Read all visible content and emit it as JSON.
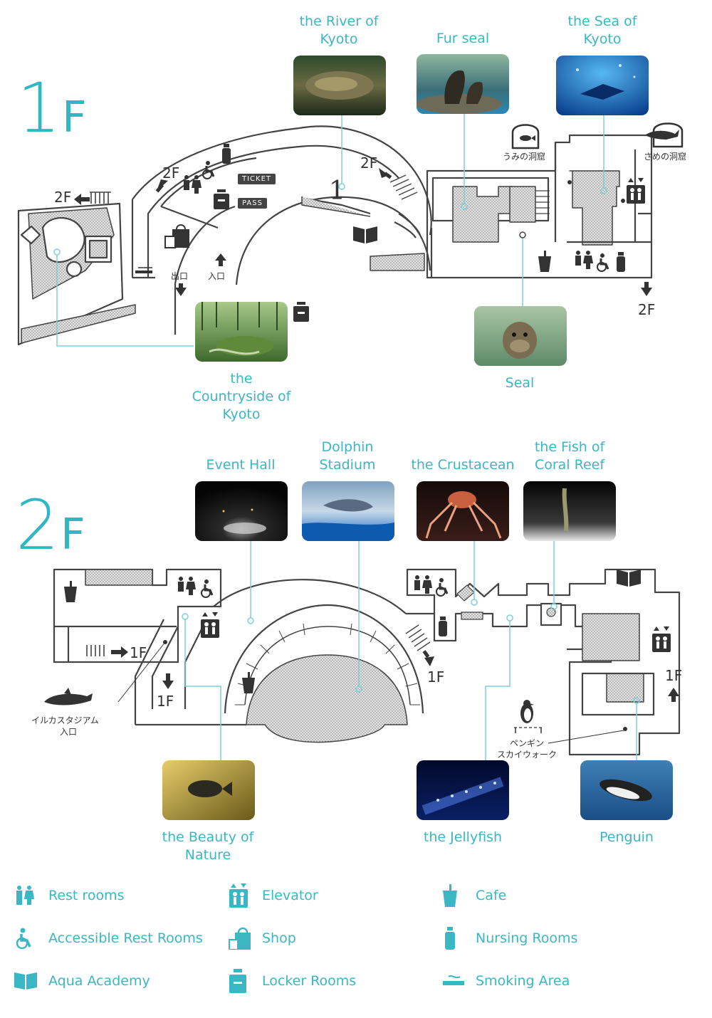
{
  "colors": {
    "accent": "#3bb7c3",
    "map_line": "#444444",
    "pointer": "#7fd0d8"
  },
  "floors": {
    "f1": {
      "num": "1",
      "letter": "F"
    },
    "f2": {
      "num": "2",
      "letter": "F"
    }
  },
  "exhibits_1f": [
    {
      "id": "river",
      "label": "the River of\nKyoto"
    },
    {
      "id": "furseal",
      "label": "Fur seal"
    },
    {
      "id": "sea",
      "label": "the Sea of\nKyoto"
    },
    {
      "id": "countryside",
      "label": "the\nCountryside of\nKyoto"
    },
    {
      "id": "seal",
      "label": "Seal"
    }
  ],
  "exhibits_2f": [
    {
      "id": "eventhall",
      "label": "Event Hall"
    },
    {
      "id": "dolphin",
      "label": "Dolphin\nStadium"
    },
    {
      "id": "crustacean",
      "label": "the Crustacean"
    },
    {
      "id": "coral",
      "label": "the Fish of\nCoral Reef"
    },
    {
      "id": "beauty",
      "label": "the Beauty of\nNature"
    },
    {
      "id": "jellyfish",
      "label": "the Jellyfish"
    },
    {
      "id": "penguin",
      "label": "Penguin"
    }
  ],
  "map_labels_1f": {
    "to2f_a": "2F",
    "to2f_b": "2F",
    "to2f_c": "2F",
    "to2f_d": "2F",
    "exit": "出口",
    "entrance": "入口",
    "ticket": "TICKET",
    "pass": "PASS",
    "zone_num": "1",
    "umi_cave": "うみの洞窟",
    "same_cave": "さめの洞窟"
  },
  "map_labels_2f": {
    "to1f_a": "1F",
    "to1f_b": "1F",
    "to1f_c": "1F",
    "to1f_d": "1F",
    "dolphin_entrance_1": "イルカスタジアム",
    "dolphin_entrance_2": "入口",
    "penguin_walk_1": "ペンギン",
    "penguin_walk_2": "スカイウォーク"
  },
  "legend": [
    {
      "icon": "restroom-icon",
      "label": "Rest rooms"
    },
    {
      "icon": "elevator-icon",
      "label": "Elevator"
    },
    {
      "icon": "cafe-icon",
      "label": "Cafe"
    },
    {
      "icon": "accessible-restroom-icon",
      "label": "Accessible Rest Rooms"
    },
    {
      "icon": "shop-icon",
      "label": "Shop"
    },
    {
      "icon": "nursing-room-icon",
      "label": "Nursing Rooms"
    },
    {
      "icon": "aqua-academy-icon",
      "label": "Aqua Academy"
    },
    {
      "icon": "locker-icon",
      "label": "Locker Rooms"
    },
    {
      "icon": "smoking-area-icon",
      "label": "Smoking Area"
    }
  ]
}
